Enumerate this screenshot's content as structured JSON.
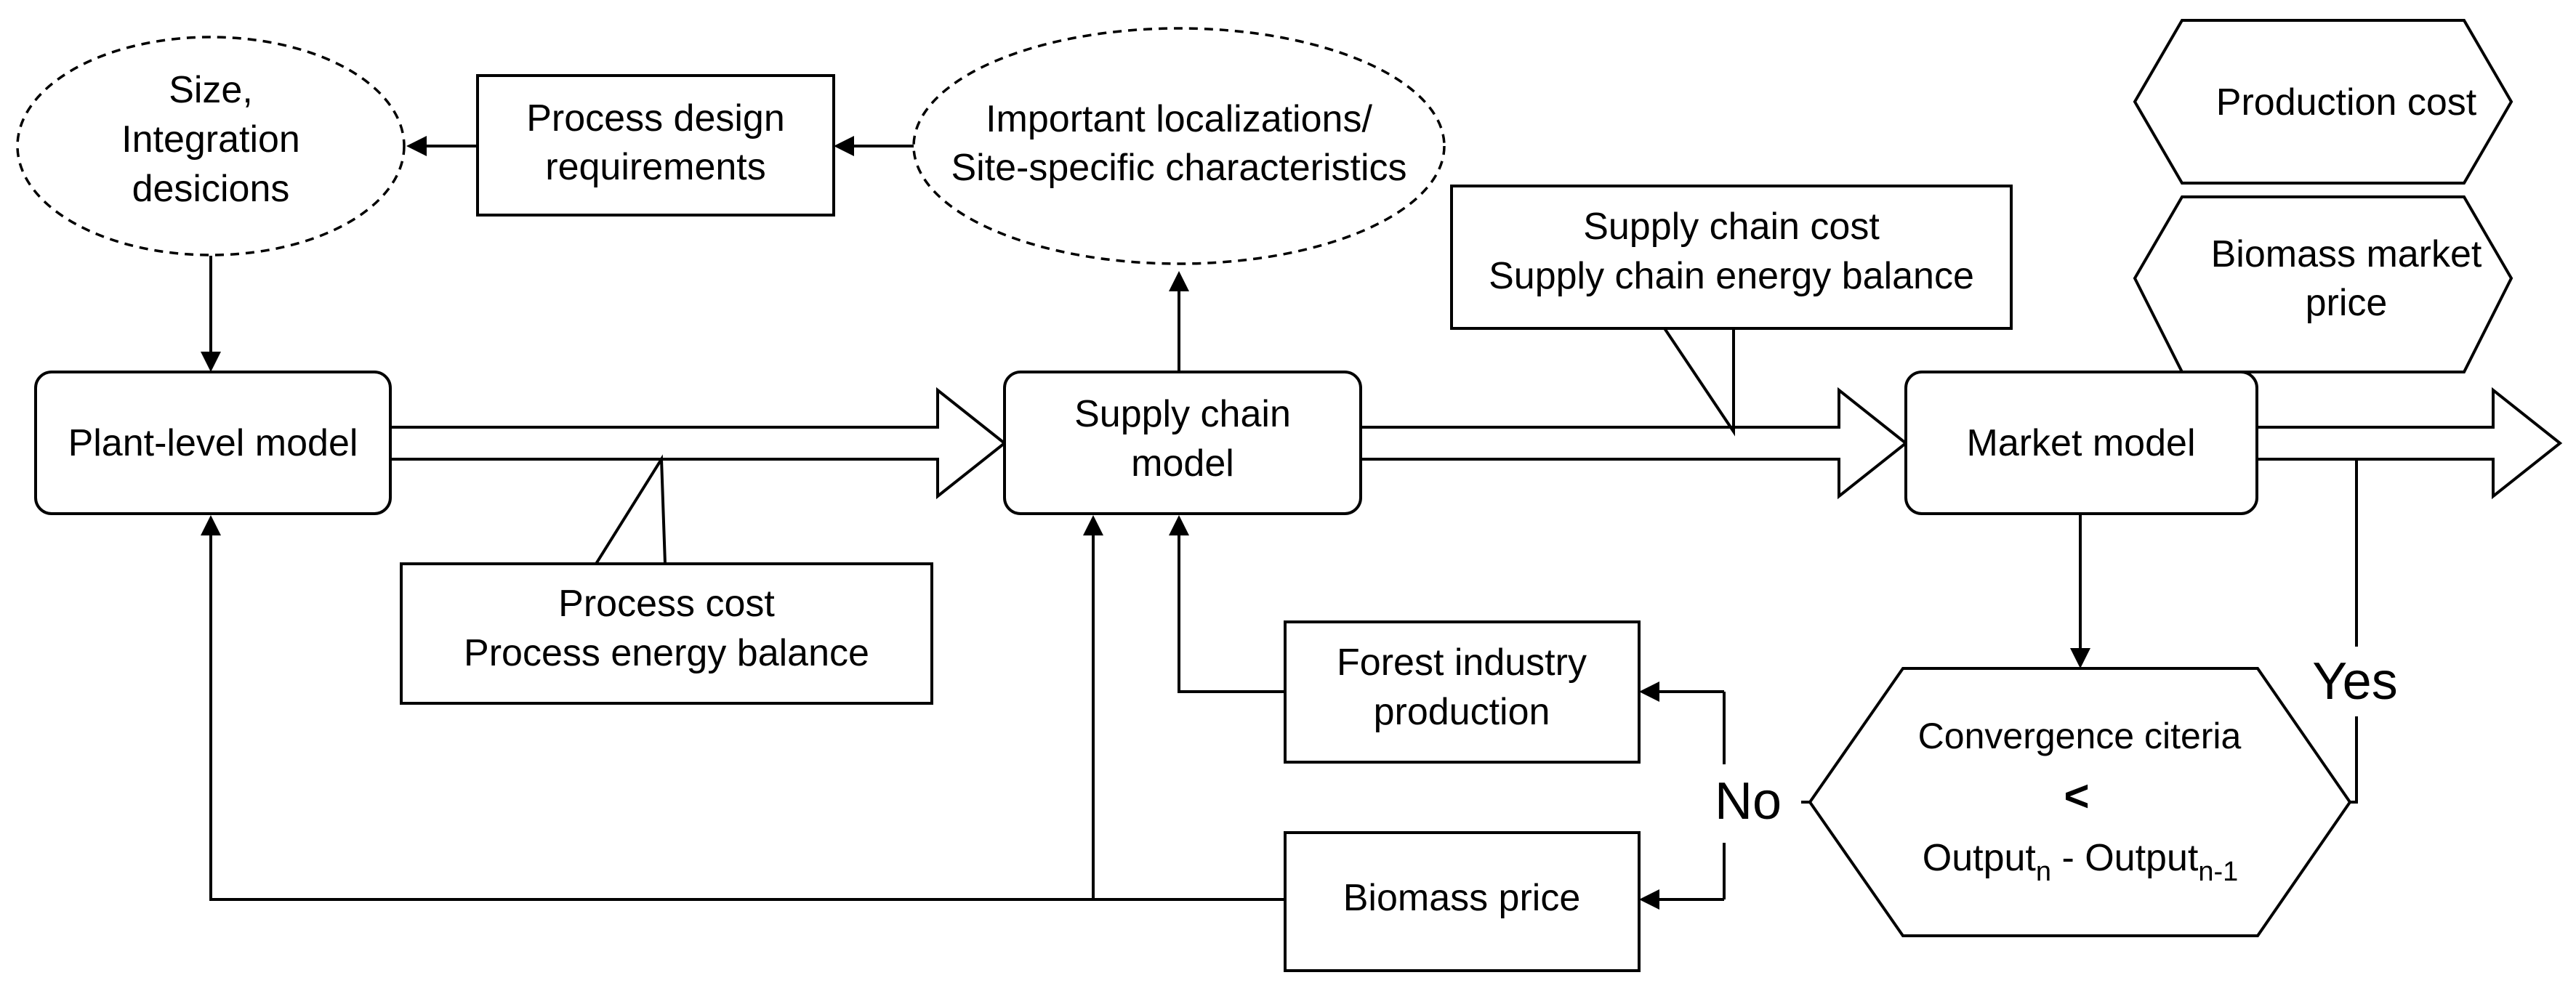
{
  "nodes": {
    "size_integration": {
      "lines": [
        "Size,",
        "Integration",
        "desicions"
      ]
    },
    "process_design": {
      "lines": [
        "Process design",
        "requirements"
      ]
    },
    "localizations": {
      "lines": [
        "Important localizations/",
        "Site-specific characteristics"
      ]
    },
    "production_cost": {
      "label": "Production cost"
    },
    "biomass_market_price": {
      "lines": [
        "Biomass market",
        "price"
      ]
    },
    "supply_chain_cost_note": {
      "lines": [
        "Supply chain cost",
        "Supply chain energy balance"
      ]
    },
    "plant_level_model": {
      "label": "Plant-level model"
    },
    "supply_chain_model": {
      "lines": [
        "Supply chain",
        "model"
      ]
    },
    "market_model": {
      "label": "Market model"
    },
    "process_cost_note": {
      "lines": [
        "Process cost",
        "Process energy balance"
      ]
    },
    "forest_industry": {
      "lines": [
        "Forest industry",
        "production"
      ]
    },
    "biomass_price": {
      "label": "Biomass price"
    },
    "convergence": {
      "line1": "Convergence citeria",
      "symbol": "<",
      "out_a": "Output",
      "sub_a": "n",
      "minus": " - Output",
      "sub_b": "n-1"
    }
  },
  "edge_labels": {
    "no": "No",
    "yes": "Yes"
  }
}
